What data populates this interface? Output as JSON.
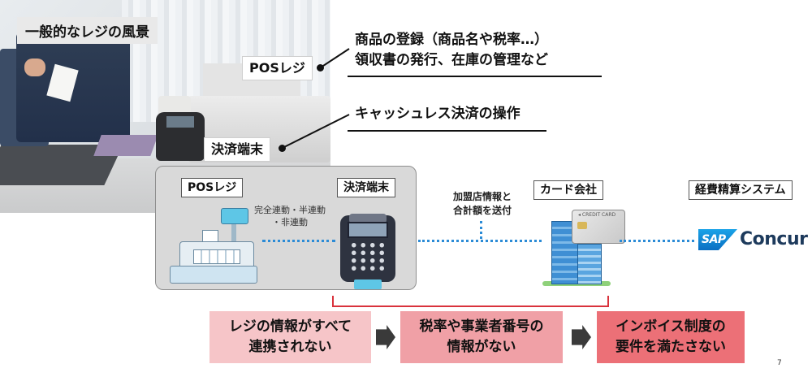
{
  "photo": {
    "title": "一般的なレジの風景",
    "pos_label": "POSレジ",
    "terminal_label": "決済端末"
  },
  "descriptions": {
    "pos_line1": "商品の登録（商品名や税率…）",
    "pos_line2": "領収書の発行、在庫の管理など",
    "terminal_line1": "キャッシュレス決済の操作"
  },
  "diagram": {
    "pos_tag": "POSレジ",
    "terminal_tag": "決済端末",
    "link_note_line1": "完全連動・半連動",
    "link_note_line2": "・非連動",
    "merchant_note_line1": "加盟店情報と",
    "merchant_note_line2": "合計額を送付",
    "card_tag": "カード会社",
    "card_text": "◂ CREDIT CARD",
    "expense_tag": "経費精算システム",
    "sap_text": "SAP",
    "concur_text": "Concur"
  },
  "problems": [
    {
      "text": "レジの情報がすべて\n連携されない",
      "bg": "#f6c5c8"
    },
    {
      "text": "税率や事業者番号の\n情報がない",
      "bg": "#f0a0a6"
    },
    {
      "text": "インボイス制度の\n要件を満たさない",
      "bg": "#ec7077"
    }
  ],
  "colors": {
    "accent_blue": "#2b8bd6",
    "bracket_red": "#d9323c"
  },
  "page_number": "7"
}
